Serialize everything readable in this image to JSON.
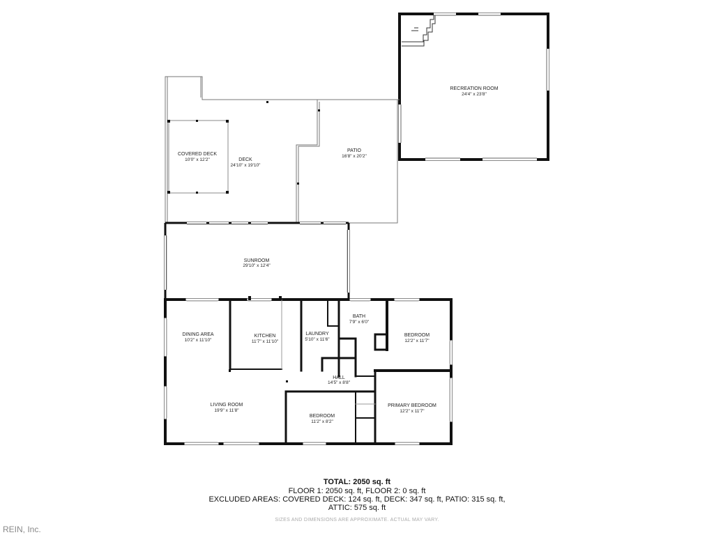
{
  "rooms": {
    "recreation": {
      "name": "RECREATION ROOM",
      "dim": "24'4\" x 23'8\""
    },
    "covered_deck": {
      "name": "COVERED DECK",
      "dim": "10'0\" x 12'2\""
    },
    "deck": {
      "name": "DECK",
      "dim": "24'10\" x 19'10\""
    },
    "patio": {
      "name": "PATIO",
      "dim": "16'8\" x 20'2\""
    },
    "sunroom": {
      "name": "SUNROOM",
      "dim": "29'10\" x 12'4\""
    },
    "dining": {
      "name": "DINING AREA",
      "dim": "10'2\" x 11'10\""
    },
    "kitchen": {
      "name": "KITCHEN",
      "dim": "11'7\" x 11'10\""
    },
    "laundry": {
      "name": "LAUNDRY",
      "dim": "5'10\" x 11'6\""
    },
    "bath": {
      "name": "BATH",
      "dim": "7'9\" x 6'0\""
    },
    "bedroom_right": {
      "name": "BEDROOM",
      "dim": "12'2\" x 11'7\""
    },
    "hall": {
      "name": "HALL",
      "dim": "14'5\" x 8'8\""
    },
    "living": {
      "name": "LIVING ROOM",
      "dim": "19'9\" x 11'8\""
    },
    "bedroom_mid": {
      "name": "BEDROOM",
      "dim": "11'2\" x 8'2\""
    },
    "primary": {
      "name": "PRIMARY BEDROOM",
      "dim": "12'2\" x 11'7\""
    }
  },
  "summary": {
    "total": "TOTAL: 2050 sq. ft",
    "floors": "FLOOR 1: 2050 sq. ft, FLOOR 2: 0 sq. ft",
    "excluded": "EXCLUDED AREAS: COVERED DECK: 124 sq. ft, DECK: 347 sq. ft, PATIO: 315 sq. ft,",
    "attic": "ATTIC: 575 sq. ft",
    "disclaimer": "SIZES AND DIMENSIONS ARE APPROXIMATE. ACTUAL MAY VARY."
  },
  "watermark": "REIN, Inc."
}
